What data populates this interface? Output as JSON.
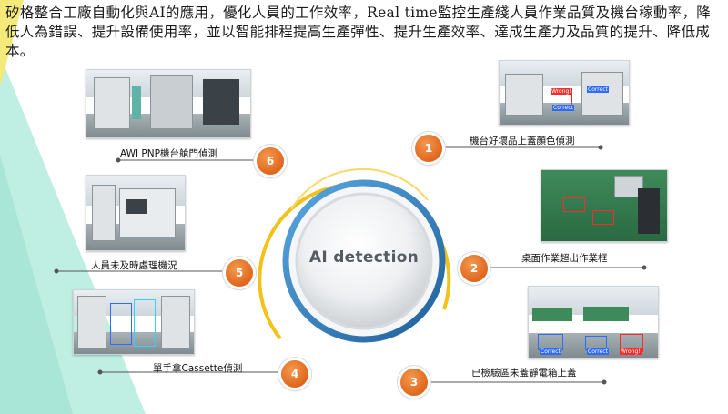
{
  "intro_text": "矽格整合工廠自動化與AI的應用，優化人員的工作效率，Real time監控生產綫人員作業品質及機台稼動率，降低人為錯誤、提升設備使用率，並以智能排程提高生產彈性、提升生產效率、達成生產力及品質的提升、降低成本。",
  "hub": {
    "label": "AI detection"
  },
  "nodes": [
    {
      "number": "1",
      "label": "機台好壞品上蓋顏色偵測",
      "photo_tags": [
        "Wrong!",
        "Correct",
        "Correct"
      ]
    },
    {
      "number": "2",
      "label": "桌面作業超出作業框",
      "photo_tags": []
    },
    {
      "number": "3",
      "label": "已檢驗區未蓋靜電箱上蓋",
      "photo_tags": [
        "Correct",
        "Correct",
        "Wrong!"
      ]
    },
    {
      "number": "4",
      "label": "單手拿Cassette偵測",
      "photo_tags": []
    },
    {
      "number": "5",
      "label": "人員未及時處理機況",
      "photo_tags": []
    },
    {
      "number": "6",
      "label": "AWI PNP機台艙門偵測",
      "photo_tags": []
    }
  ],
  "colors": {
    "accent_orange": "#e0661c",
    "ring_yellow": "#f2c21a",
    "ring_blue": "#3a86c8",
    "wedge_yellow": "#f3ea7a",
    "wedge_teal": "#b8ecdf"
  }
}
